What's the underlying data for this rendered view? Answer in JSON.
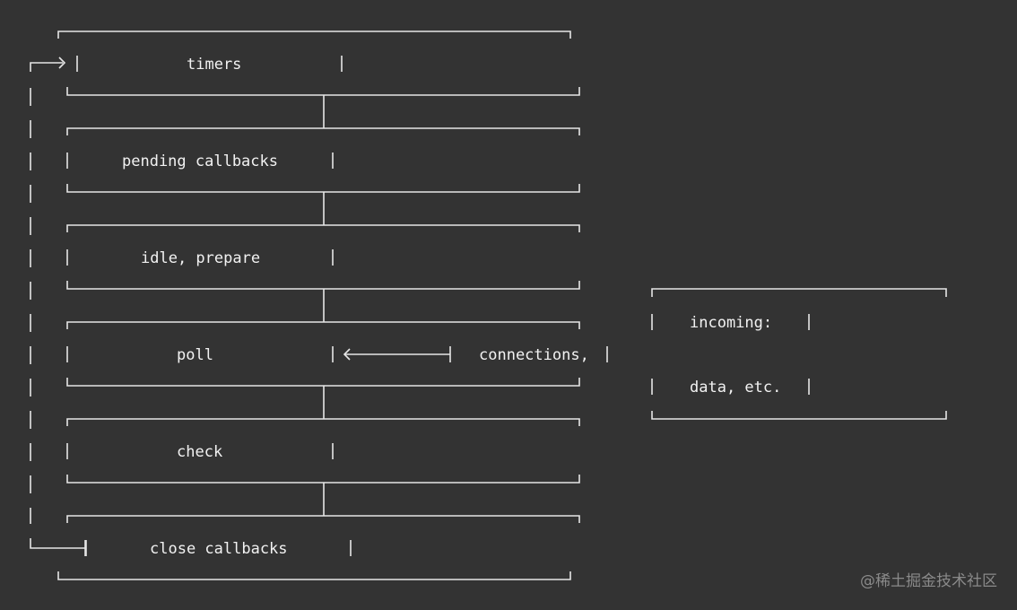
{
  "phases": [
    {
      "id": "timers",
      "label": "timers"
    },
    {
      "id": "pending-callbacks",
      "label": "pending callbacks"
    },
    {
      "id": "idle-prepare",
      "label": "idle, prepare"
    },
    {
      "id": "poll",
      "label": "poll"
    },
    {
      "id": "check",
      "label": "check"
    },
    {
      "id": "close-callbacks",
      "label": "close callbacks"
    }
  ],
  "incoming": {
    "line1": "incoming:",
    "line2": "connections,",
    "line3": "data, etc."
  },
  "colors": {
    "background": "#333333",
    "stroke": "#e6e6e6",
    "text": "#f2f2f2",
    "watermark": "#8a8a8a"
  },
  "watermark": "@稀土掘金技术社区"
}
